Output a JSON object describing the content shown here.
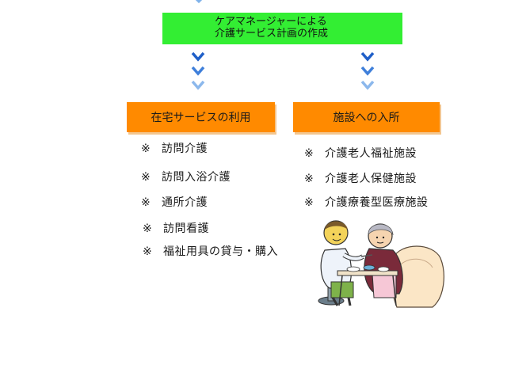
{
  "plan": {
    "line1": "ケアマネージャーによる",
    "line2": "介護サービス計画の作成"
  },
  "home_service": {
    "title": "在宅サービスの利用",
    "items": [
      {
        "mark": "※",
        "label": "訪問介護"
      },
      {
        "mark": "※",
        "label": "訪問入浴介護"
      },
      {
        "mark": "※",
        "label": "通所介護"
      },
      {
        "mark": "※",
        "label": "訪問看護"
      },
      {
        "mark": "※",
        "label": "福祉用具の貸与・購入"
      }
    ]
  },
  "facility": {
    "title": "施設への入所",
    "items": [
      {
        "mark": "※",
        "label": "介護老人福祉施設"
      },
      {
        "mark": "※",
        "label": "介護老人保健施設"
      },
      {
        "mark": "※",
        "label": "介護療養型医療施設"
      }
    ]
  },
  "colors": {
    "plan_box": "#33ee33",
    "service_box": "#ff8a00",
    "chevron_dark": "#1f5fc8",
    "chevron_light": "#8cb8ec"
  },
  "icons": [
    "down-chevron-icon",
    "caregiver-illustration"
  ]
}
